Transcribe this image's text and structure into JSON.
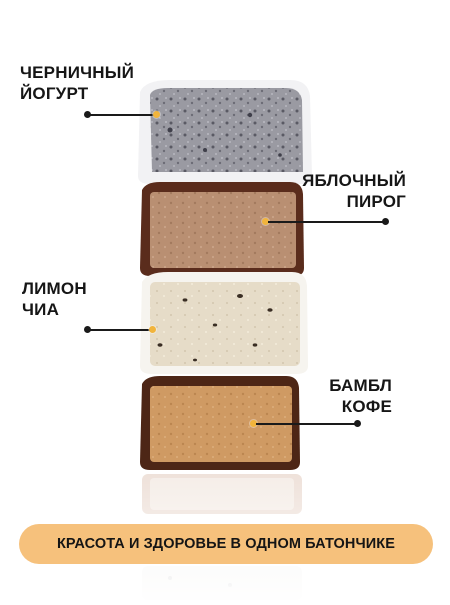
{
  "flavors": [
    {
      "line1": "ЧЕРНИЧНЫЙ",
      "line2": "ЙОГУРТ"
    },
    {
      "line1": "ЯБЛОЧНЫЙ",
      "line2": "ПИРОГ"
    },
    {
      "line1": "ЛИМОН",
      "line2": "ЧИА"
    },
    {
      "line1": "БАМБЛ",
      "line2": "КОФЕ"
    }
  ],
  "banner": {
    "text": "КРАСОТА И ЗДОРОВЬЕ В ОДНОМ БАТОНЧИКЕ"
  },
  "colors": {
    "banner_bg": "#f6c17c",
    "marker": "#f1b43c",
    "text": "#161616"
  }
}
